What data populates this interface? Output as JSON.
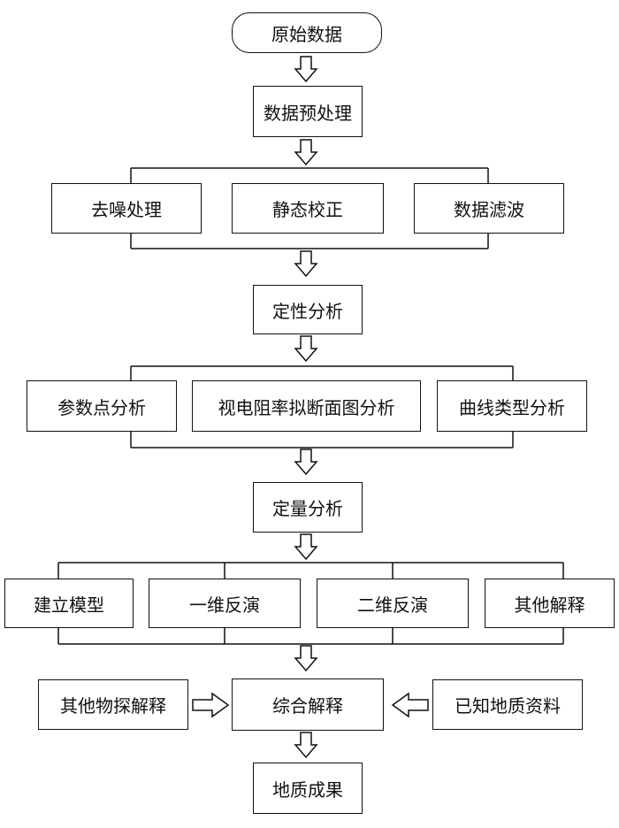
{
  "flowchart": {
    "start": "原始数据",
    "preprocess": {
      "title": "数据预处理",
      "steps": [
        "去噪处理",
        "静态校正",
        "数据滤波"
      ]
    },
    "qualitative": {
      "title": "定性分析",
      "steps": [
        "参数点分析",
        "视电阻率拟断面图分析",
        "曲线类型分析"
      ]
    },
    "quantitative": {
      "title": "定量分析",
      "steps": [
        "建立模型",
        "一维反演",
        "二维反演",
        "其他解释"
      ]
    },
    "interpretation": {
      "title": "综合解释",
      "left_input": "其他物探解释",
      "right_input": "已知地质资料"
    },
    "result": "地质成果"
  }
}
